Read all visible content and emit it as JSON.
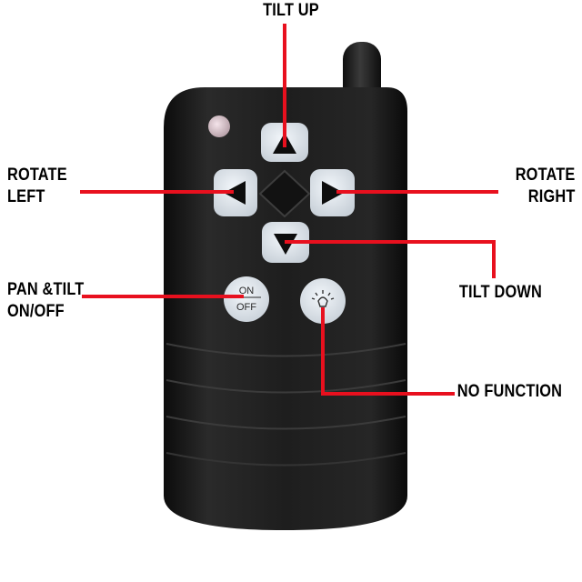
{
  "labels": {
    "tilt_up": "TILT UP",
    "rotate_left": [
      "ROTATE",
      "LEFT"
    ],
    "rotate_right": [
      "ROTATE",
      "RIGHT"
    ],
    "tilt_down": "TILT DOWN",
    "pan_tilt": [
      "PAN &TILT",
      "ON/OFF"
    ],
    "no_function": "NO FUNCTION"
  },
  "buttons": {
    "on_text": "ON",
    "off_text": "OFF"
  },
  "colors": {
    "callout_line": "#e8101e",
    "remote_body": "#1b1b1b",
    "button_face": "#dfe5ec",
    "arrow": "#0d0d0d"
  }
}
